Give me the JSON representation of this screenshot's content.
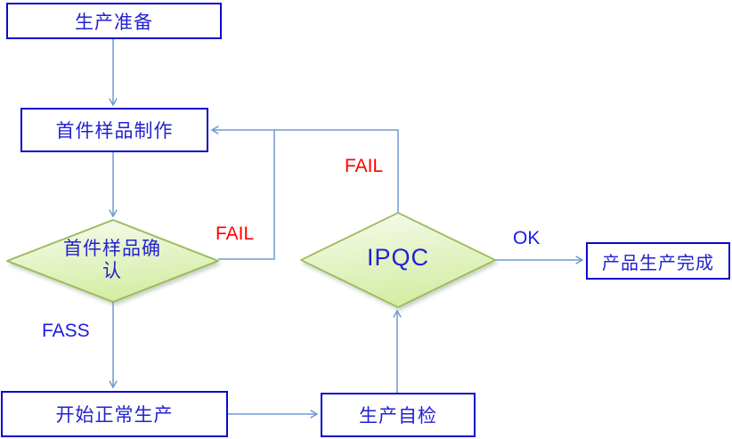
{
  "diagram": {
    "type": "flowchart",
    "nodes": {
      "prep": {
        "shape": "rect",
        "label": "生产准备"
      },
      "first_sample": {
        "shape": "rect",
        "label": "首件样品制作"
      },
      "first_confirm": {
        "shape": "diamond",
        "label": "首件样品确认",
        "lines": [
          "首件样品确",
          "认"
        ]
      },
      "start_production": {
        "shape": "rect",
        "label": "开始正常生产"
      },
      "self_check": {
        "shape": "rect",
        "label": "生产自检"
      },
      "ipqc": {
        "shape": "diamond",
        "label": "IPQC"
      },
      "complete": {
        "shape": "rect",
        "label": "产品生产完成"
      }
    },
    "edges": [
      {
        "from": "prep",
        "to": "first_sample",
        "label": ""
      },
      {
        "from": "first_sample",
        "to": "first_confirm",
        "label": ""
      },
      {
        "from": "first_confirm",
        "to": "first_sample",
        "label": "FAIL"
      },
      {
        "from": "first_confirm",
        "to": "start_production",
        "label": "FASS"
      },
      {
        "from": "start_production",
        "to": "self_check",
        "label": ""
      },
      {
        "from": "self_check",
        "to": "ipqc",
        "label": ""
      },
      {
        "from": "ipqc",
        "to": "first_sample",
        "label": "FAIL"
      },
      {
        "from": "ipqc",
        "to": "complete",
        "label": "OK"
      }
    ],
    "edge_labels": {
      "fail_confirm": "FAIL",
      "fail_ipqc": "FAIL",
      "fass": "FASS",
      "ok": "OK"
    },
    "colors": {
      "box_border": "#0a0acc",
      "box_text": "#2222d2",
      "connector": "#6f9ad1",
      "diamond_border": "#9bba58",
      "diamond_fill_top": "#f7fbee",
      "diamond_fill_bottom": "#d5eda6",
      "fail_text": "#ff0000",
      "pass_text": "#1a1ae6"
    }
  }
}
